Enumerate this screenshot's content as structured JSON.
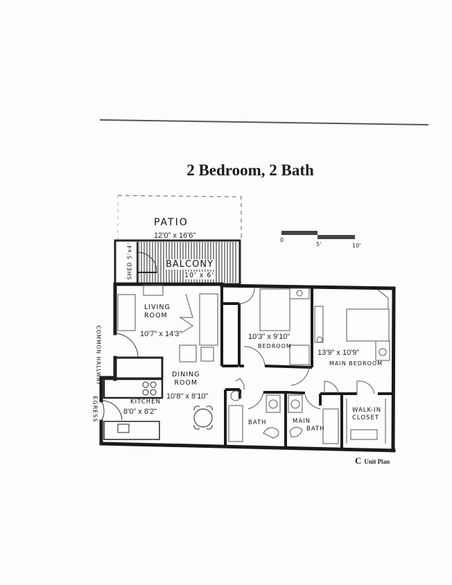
{
  "header": {
    "title": "2 Bedroom, 2 Bath"
  },
  "scale_bar": {
    "ticks": [
      "0",
      "5'",
      "10'"
    ]
  },
  "rooms": [
    {
      "id": "patio",
      "name": "PATIO",
      "dimensions": "12'0\" x 16'6\""
    },
    {
      "id": "shed",
      "name": "SHED",
      "dimensions": "5'x4'"
    },
    {
      "id": "balcony",
      "name": "BALCONY",
      "dimensions": "10' x 6'"
    },
    {
      "id": "living",
      "name_line1": "LIVING",
      "name_line2": "ROOM",
      "dimensions": "10'7\" x 14'3\""
    },
    {
      "id": "bedroom",
      "name": "BEDROOM",
      "dimensions": "10'3\" x 9'10\""
    },
    {
      "id": "main_bedroom",
      "name": "MAIN BEDROOM",
      "dimensions": "13'9\" x 10'9\""
    },
    {
      "id": "dining",
      "name_line1": "DINING",
      "name_line2": "ROOM",
      "dimensions": "10'8\" x 8'10\""
    },
    {
      "id": "kitchen",
      "name": "KITCHEN",
      "dimensions": "8'0\" x 8'2\""
    },
    {
      "id": "bath",
      "name": "BATH"
    },
    {
      "id": "main_bath",
      "name_line1": "MAIN",
      "name_line2": "BATH"
    },
    {
      "id": "closet",
      "name_line1": "WALK-IN",
      "name_line2": "CLOSET"
    }
  ],
  "side_labels": {
    "common_hallway": "COMMON HALLWAY",
    "egress": "EGRESS"
  },
  "footer": {
    "letter": "C",
    "label": "Unit Plan"
  }
}
